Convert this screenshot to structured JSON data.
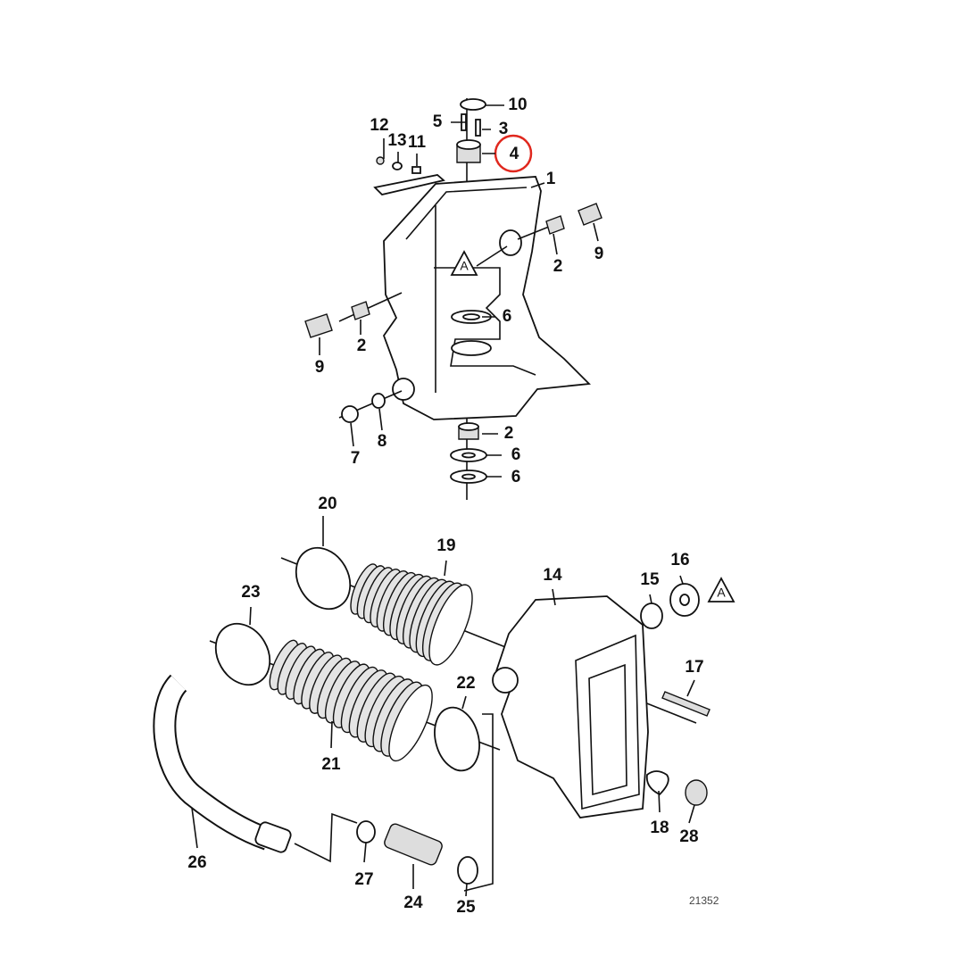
{
  "diagram": {
    "figure_number": "21352",
    "highlight_color": "#e0281e",
    "highlighted_part": "4",
    "reference_marker": "A",
    "upper_assembly_labels": [
      "10",
      "5",
      "3",
      "12",
      "13",
      "11",
      "4",
      "1",
      "9",
      "2",
      "6",
      "9",
      "2",
      "8",
      "7",
      "2",
      "6",
      "6"
    ],
    "lower_assembly_labels": [
      "20",
      "19",
      "14",
      "15",
      "16",
      "23",
      "17",
      "22",
      "21",
      "18",
      "28",
      "26",
      "27",
      "24",
      "25"
    ]
  }
}
